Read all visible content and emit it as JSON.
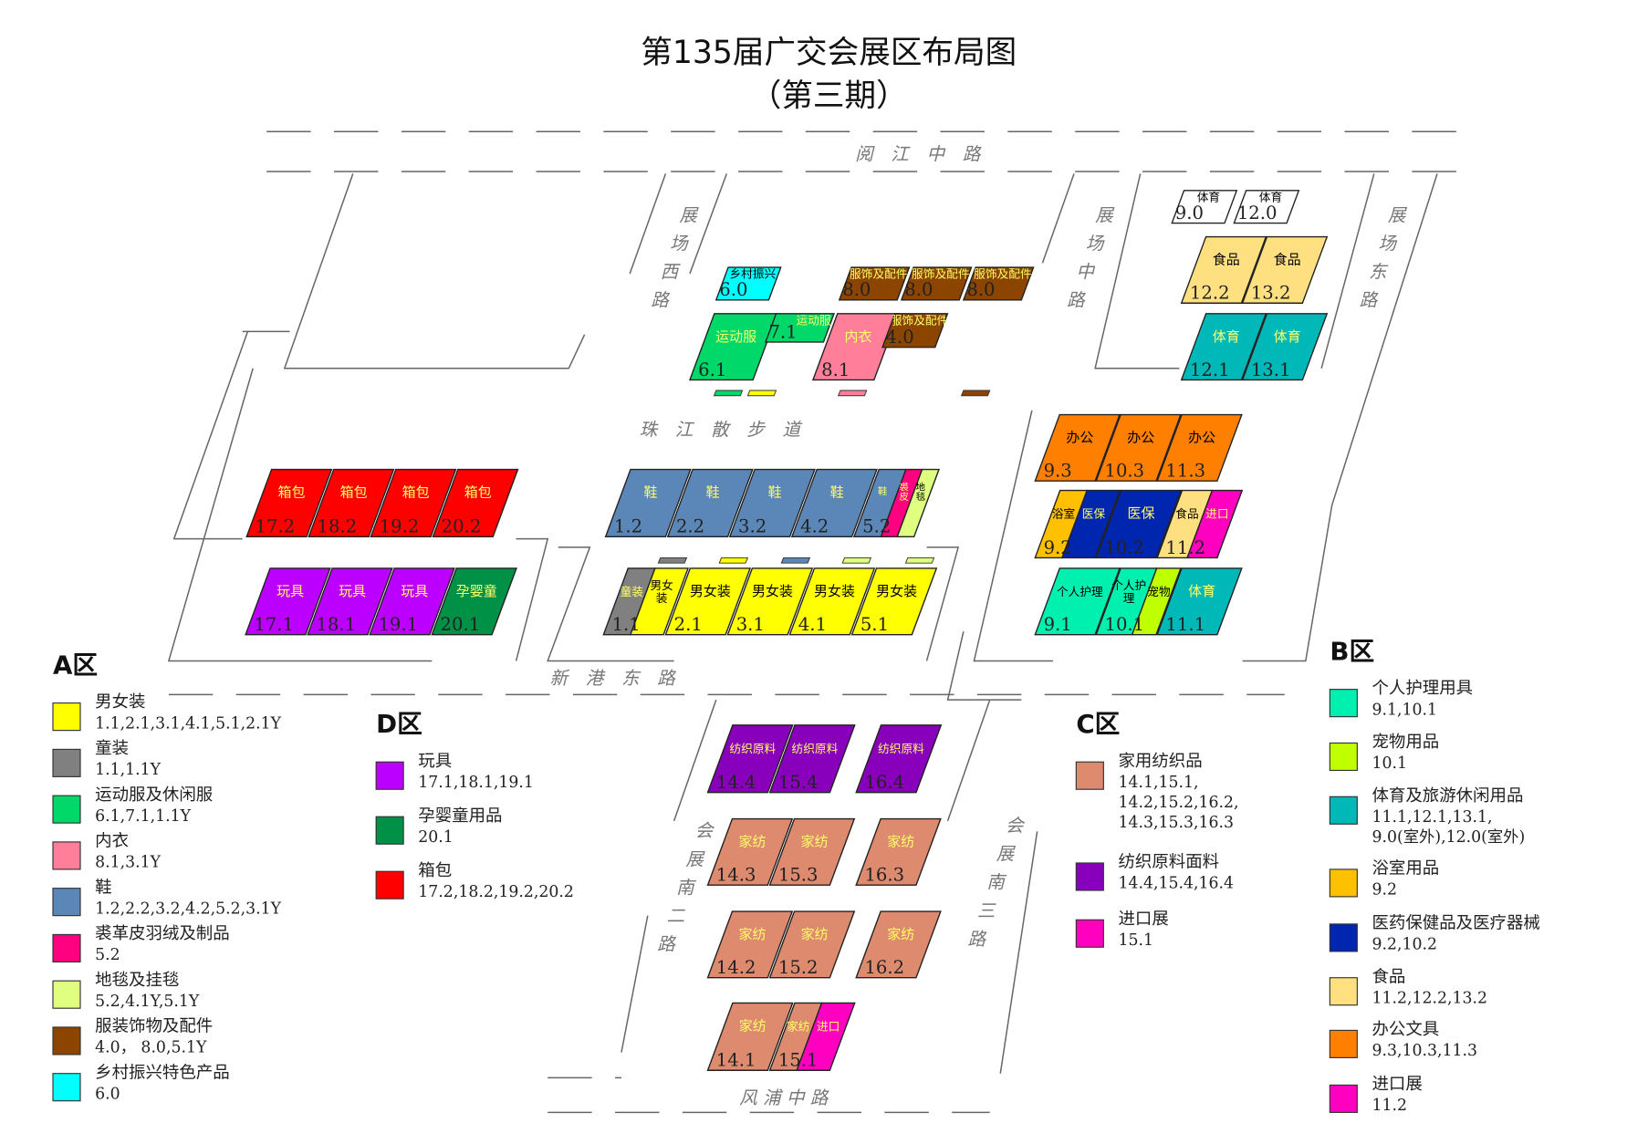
{
  "title": "第135届广交会展区布局图",
  "subtitle": "（第三期）",
  "roads": {
    "top": "阅　江　中　路",
    "west": [
      "展",
      "场",
      "西",
      "路"
    ],
    "middle": [
      "展",
      "场",
      "中",
      "路"
    ],
    "east": [
      "展",
      "场",
      "东",
      "路"
    ],
    "promenade": "珠　江　散　步　道",
    "xingang": "新　港　东　路",
    "south2": [
      "会",
      "展",
      "南",
      "二",
      "路"
    ],
    "south3": [
      "会",
      "展",
      "南",
      "三",
      "路"
    ],
    "fengpu": "风 浦 中 路"
  },
  "halls": [
    {
      "id": "6.0",
      "segs": [
        {
          "label": "乡村振兴",
          "color": "#00ffff",
          "text": "#000"
        }
      ]
    },
    {
      "id": "8.0",
      "segs": [
        {
          "label": "服饰及配件",
          "color": "#8b4500",
          "text": "#ffff66"
        }
      ]
    },
    {
      "id": "8.0",
      "segs": [
        {
          "label": "服饰及配件",
          "color": "#8b4500",
          "text": "#ffff66"
        }
      ]
    },
    {
      "id": "8.0",
      "segs": [
        {
          "label": "服饰及配件",
          "color": "#8b4500",
          "text": "#ffff66"
        }
      ]
    },
    {
      "id": "6.1",
      "segs": [
        {
          "label": "运动服",
          "color": "#00d86a",
          "text": "#ffff66"
        }
      ]
    },
    {
      "id": "7.1",
      "segs": [
        {
          "label": "运动服",
          "color": "#00d86a",
          "text": "#ffff66"
        }
      ]
    },
    {
      "id": "8.1",
      "segs": [
        {
          "label": "内衣",
          "color": "#ff7f9a",
          "text": "#ffff66"
        }
      ]
    },
    {
      "id": "4.0",
      "segs": [
        {
          "label": "服饰及配件",
          "color": "#8b4500",
          "text": "#ffff66"
        }
      ]
    },
    {
      "id": "1.2",
      "segs": [
        {
          "label": "鞋",
          "color": "#5b87b8",
          "text": "#ffff66"
        }
      ]
    },
    {
      "id": "2.2",
      "segs": [
        {
          "label": "鞋",
          "color": "#5b87b8",
          "text": "#ffff66"
        }
      ]
    },
    {
      "id": "3.2",
      "segs": [
        {
          "label": "鞋",
          "color": "#5b87b8",
          "text": "#ffff66"
        }
      ]
    },
    {
      "id": "4.2",
      "segs": [
        {
          "label": "鞋",
          "color": "#5b87b8",
          "text": "#ffff66"
        }
      ]
    },
    {
      "id": "5.2",
      "segs": [
        {
          "label": "鞋",
          "color": "#5b87b8",
          "text": "#ffff66"
        },
        {
          "label": "裘皮",
          "color": "#ff0080",
          "text": "#ffff66"
        },
        {
          "label": "地毯",
          "color": "#e0ff80",
          "text": "#000"
        }
      ]
    },
    {
      "id": "1.1",
      "segs": [
        {
          "label": "童装",
          "color": "#808080",
          "text": "#ffff66"
        },
        {
          "label": "男女装",
          "color": "#ffff00",
          "text": "#000"
        }
      ]
    },
    {
      "id": "2.1",
      "segs": [
        {
          "label": "男女装",
          "color": "#ffff00",
          "text": "#000"
        }
      ]
    },
    {
      "id": "3.1",
      "segs": [
        {
          "label": "男女装",
          "color": "#ffff00",
          "text": "#000"
        }
      ]
    },
    {
      "id": "4.1",
      "segs": [
        {
          "label": "男女装",
          "color": "#ffff00",
          "text": "#000"
        }
      ]
    },
    {
      "id": "5.1",
      "segs": [
        {
          "label": "男女装",
          "color": "#ffff00",
          "text": "#000"
        }
      ]
    },
    {
      "id": "17.2",
      "segs": [
        {
          "label": "箱包",
          "color": "#ff0000",
          "text": "#ffff66"
        }
      ]
    },
    {
      "id": "18.2",
      "segs": [
        {
          "label": "箱包",
          "color": "#ff0000",
          "text": "#ffff66"
        }
      ]
    },
    {
      "id": "19.2",
      "segs": [
        {
          "label": "箱包",
          "color": "#ff0000",
          "text": "#ffff66"
        }
      ]
    },
    {
      "id": "20.2",
      "segs": [
        {
          "label": "箱包",
          "color": "#ff0000",
          "text": "#ffff66"
        }
      ]
    },
    {
      "id": "17.1",
      "segs": [
        {
          "label": "玩具",
          "color": "#bb00ff",
          "text": "#ffff66"
        }
      ]
    },
    {
      "id": "18.1",
      "segs": [
        {
          "label": "玩具",
          "color": "#bb00ff",
          "text": "#ffff66"
        }
      ]
    },
    {
      "id": "19.1",
      "segs": [
        {
          "label": "玩具",
          "color": "#bb00ff",
          "text": "#ffff66"
        }
      ]
    },
    {
      "id": "20.1",
      "segs": [
        {
          "label": "孕婴童",
          "color": "#009046",
          "text": "#ffff66"
        }
      ]
    },
    {
      "id": "9.0",
      "segs": [
        {
          "label": "体育",
          "color": "#ffffff",
          "text": "#000"
        }
      ]
    },
    {
      "id": "12.0",
      "segs": [
        {
          "label": "体育",
          "color": "#ffffff",
          "text": "#000"
        }
      ]
    },
    {
      "id": "12.2",
      "segs": [
        {
          "label": "食品",
          "color": "#ffe080",
          "text": "#000"
        }
      ]
    },
    {
      "id": "13.2",
      "segs": [
        {
          "label": "食品",
          "color": "#ffe080",
          "text": "#000"
        }
      ]
    },
    {
      "id": "12.1",
      "segs": [
        {
          "label": "体育",
          "color": "#00b8b8",
          "text": "#ffff66"
        }
      ]
    },
    {
      "id": "13.1",
      "segs": [
        {
          "label": "体育",
          "color": "#00b8b8",
          "text": "#ffff66"
        }
      ]
    },
    {
      "id": "9.3",
      "segs": [
        {
          "label": "办公",
          "color": "#ff8000",
          "text": "#000"
        }
      ]
    },
    {
      "id": "10.3",
      "segs": [
        {
          "label": "办公",
          "color": "#ff8000",
          "text": "#000"
        }
      ]
    },
    {
      "id": "11.3",
      "segs": [
        {
          "label": "办公",
          "color": "#ff8000",
          "text": "#000"
        }
      ]
    },
    {
      "id": "9.2",
      "segs": [
        {
          "label": "浴室",
          "color": "#ffc000",
          "text": "#000"
        },
        {
          "label": "医保",
          "color": "#0026b0",
          "text": "#ffff66"
        }
      ]
    },
    {
      "id": "10.2",
      "segs": [
        {
          "label": "医保",
          "color": "#0026b0",
          "text": "#ffff66"
        }
      ]
    },
    {
      "id": "11.2",
      "segs": [
        {
          "label": "食品",
          "color": "#ffe080",
          "text": "#000"
        },
        {
          "label": "进口",
          "color": "#ff00c0",
          "text": "#ffff66"
        }
      ]
    },
    {
      "id": "9.1",
      "segs": [
        {
          "label": "个人护理",
          "color": "#00f0b0",
          "text": "#000"
        }
      ]
    },
    {
      "id": "10.1",
      "segs": [
        {
          "label": "个人护理",
          "color": "#00f0b0",
          "text": "#000"
        },
        {
          "label": "宠物",
          "color": "#c0ff00",
          "text": "#000"
        }
      ]
    },
    {
      "id": "11.1",
      "segs": [
        {
          "label": "体育",
          "color": "#00b8b8",
          "text": "#ffff66"
        }
      ]
    },
    {
      "id": "14.4",
      "segs": [
        {
          "label": "纺织原料",
          "color": "#8800bb",
          "text": "#ffff66"
        }
      ]
    },
    {
      "id": "15.4",
      "segs": [
        {
          "label": "纺织原料",
          "color": "#8800bb",
          "text": "#ffff66"
        }
      ]
    },
    {
      "id": "16.4",
      "segs": [
        {
          "label": "纺织原料",
          "color": "#8800bb",
          "text": "#ffff66"
        }
      ]
    },
    {
      "id": "14.3",
      "segs": [
        {
          "label": "家纺",
          "color": "#dd8a6e",
          "text": "#ffff66"
        }
      ]
    },
    {
      "id": "15.3",
      "segs": [
        {
          "label": "家纺",
          "color": "#dd8a6e",
          "text": "#ffff66"
        }
      ]
    },
    {
      "id": "16.3",
      "segs": [
        {
          "label": "家纺",
          "color": "#dd8a6e",
          "text": "#ffff66"
        }
      ]
    },
    {
      "id": "14.2",
      "segs": [
        {
          "label": "家纺",
          "color": "#dd8a6e",
          "text": "#ffff66"
        }
      ]
    },
    {
      "id": "15.2",
      "segs": [
        {
          "label": "家纺",
          "color": "#dd8a6e",
          "text": "#ffff66"
        }
      ]
    },
    {
      "id": "16.2",
      "segs": [
        {
          "label": "家纺",
          "color": "#dd8a6e",
          "text": "#ffff66"
        }
      ]
    },
    {
      "id": "14.1",
      "segs": [
        {
          "label": "家纺",
          "color": "#dd8a6e",
          "text": "#ffff66"
        }
      ]
    },
    {
      "id": "15.1",
      "segs": [
        {
          "label": "家纺",
          "color": "#dd8a6e",
          "text": "#ffff66"
        },
        {
          "label": "进口",
          "color": "#ff00c0",
          "text": "#ffff66"
        }
      ]
    }
  ],
  "legends": [
    {
      "zone": "A区",
      "items": [
        {
          "name": "男女装",
          "values": [
            "1.1,2.1,3.1,4.1,5.1,2.1Y"
          ],
          "color": "#ffff00"
        },
        {
          "name": "童装",
          "values": [
            "1.1,1.1Y"
          ],
          "color": "#808080"
        },
        {
          "name": "运动服及休闲服",
          "values": [
            "6.1,7.1,1.1Y"
          ],
          "color": "#00d86a"
        },
        {
          "name": "内衣",
          "values": [
            "8.1,3.1Y"
          ],
          "color": "#ff7f9a"
        },
        {
          "name": "鞋",
          "values": [
            "1.2,2.2,3.2,4.2,5.2,3.1Y"
          ],
          "color": "#5b87b8"
        },
        {
          "name": "裘革皮羽绒及制品",
          "values": [
            "5.2"
          ],
          "color": "#ff0080"
        },
        {
          "name": "地毯及挂毯",
          "values": [
            "5.2,4.1Y,5.1Y"
          ],
          "color": "#e0ff80"
        },
        {
          "name": "服装饰物及配件",
          "values": [
            "4.0， 8.0,5.1Y"
          ],
          "color": "#8b4500"
        },
        {
          "name": "乡村振兴特色产品",
          "values": [
            "6.0"
          ],
          "color": "#00ffff"
        }
      ]
    },
    {
      "zone": "D区",
      "items": [
        {
          "name": "玩具",
          "values": [
            "17.1,18.1,19.1"
          ],
          "color": "#bb00ff"
        },
        {
          "name": "孕婴童用品",
          "values": [
            "20.1"
          ],
          "color": "#009046"
        },
        {
          "name": "箱包",
          "values": [
            "17.2,18.2,19.2,20.2"
          ],
          "color": "#ff0000"
        }
      ]
    },
    {
      "zone": "C区",
      "items": [
        {
          "name": "家用纺织品",
          "values": [
            "14.1,15.1,",
            "14.2,15.2,16.2,",
            "14.3,15.3,16.3"
          ],
          "color": "#dd8a6e"
        },
        {
          "name": "纺织原料面料",
          "values": [
            "14.4,15.4,16.4"
          ],
          "color": "#8800bb"
        },
        {
          "name": "进口展",
          "values": [
            "15.1"
          ],
          "color": "#ff00c0"
        }
      ]
    },
    {
      "zone": "B区",
      "items": [
        {
          "name": "个人护理用具",
          "values": [
            "9.1,10.1"
          ],
          "color": "#00f0b0"
        },
        {
          "name": "宠物用品",
          "values": [
            "10.1"
          ],
          "color": "#c0ff00"
        },
        {
          "name": "体育及旅游休闲用品",
          "values": [
            "11.1,12.1,13.1,",
            "9.0(室外),12.0(室外)"
          ],
          "color": "#00b8b8"
        },
        {
          "name": "浴室用品",
          "values": [
            "9.2"
          ],
          "color": "#ffc000"
        },
        {
          "name": "医药保健品及医疗器械",
          "values": [
            "9.2,10.2"
          ],
          "color": "#0026b0"
        },
        {
          "name": "食品",
          "values": [
            "11.2,12.2,13.2"
          ],
          "color": "#ffe080"
        },
        {
          "name": "办公文具",
          "values": [
            "9.3,10.3,11.3"
          ],
          "color": "#ff8000"
        },
        {
          "name": "进口展",
          "values": [
            "11.2"
          ],
          "color": "#ff00c0"
        }
      ]
    }
  ]
}
